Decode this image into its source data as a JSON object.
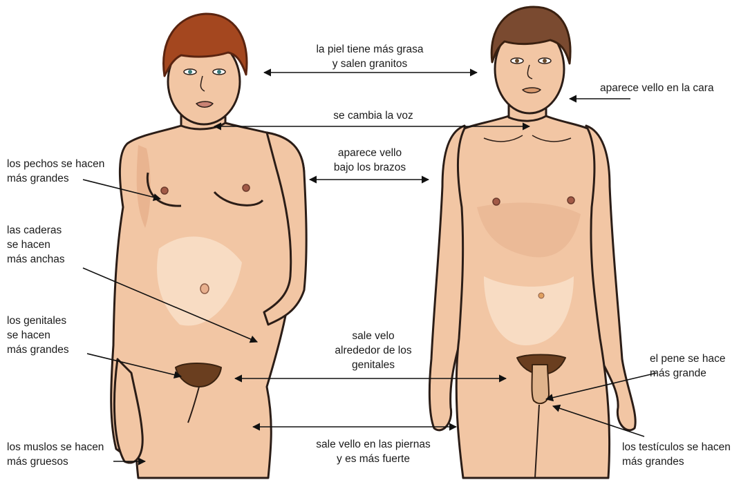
{
  "labels": {
    "skin_oil": "la piel tiene más grasa\ny salen granitos",
    "facial_hair": "aparece vello en la cara",
    "voice": "se cambia la voz",
    "underarm_hair": "aparece vello\nbajo los brazos",
    "breasts": "los pechos se hacen\nmás grandes",
    "hips": "las caderas\nse hacen\nmás anchas",
    "genitals": "los genitales\nse hacen\nmás grandes",
    "pubic_hair": "sale velo\nalrededor de los\ngenitales",
    "penis": "el pene se hace\nmás grande",
    "thighs": "los muslos se hacen\nmás gruesos",
    "leg_hair": "sale vello en las piernas\ny es más fuerte",
    "testicles": "los testículos se hacen\nmás grandes"
  },
  "colors": {
    "skin": "#f2c6a4",
    "skin_shade": "#e2a883",
    "skin_highlight": "#f8dcc3",
    "outline": "#2b1d17",
    "girl_hair": "#a4471f",
    "boy_hair": "#7a4a30",
    "pubic_hair": "#6a3e1f",
    "nipple": "#a25a47",
    "arrow": "#111111"
  }
}
